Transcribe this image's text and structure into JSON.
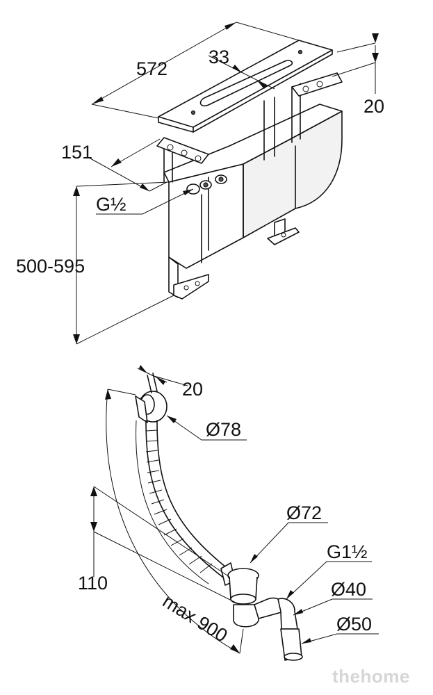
{
  "dimensions_top": {
    "width": "572",
    "slot_width": "33",
    "depth": "20",
    "offset": "151",
    "thread": "G½",
    "height": "500-595"
  },
  "dimensions_bottom": {
    "depth": "20",
    "overflow_diameter": "Ø78",
    "drain_diameter": "Ø72",
    "thread": "G1½",
    "outlet_diameter_1": "Ø40",
    "outlet_diameter_2": "Ø50",
    "height": "110",
    "length": "max 900"
  },
  "watermark": "thehome"
}
